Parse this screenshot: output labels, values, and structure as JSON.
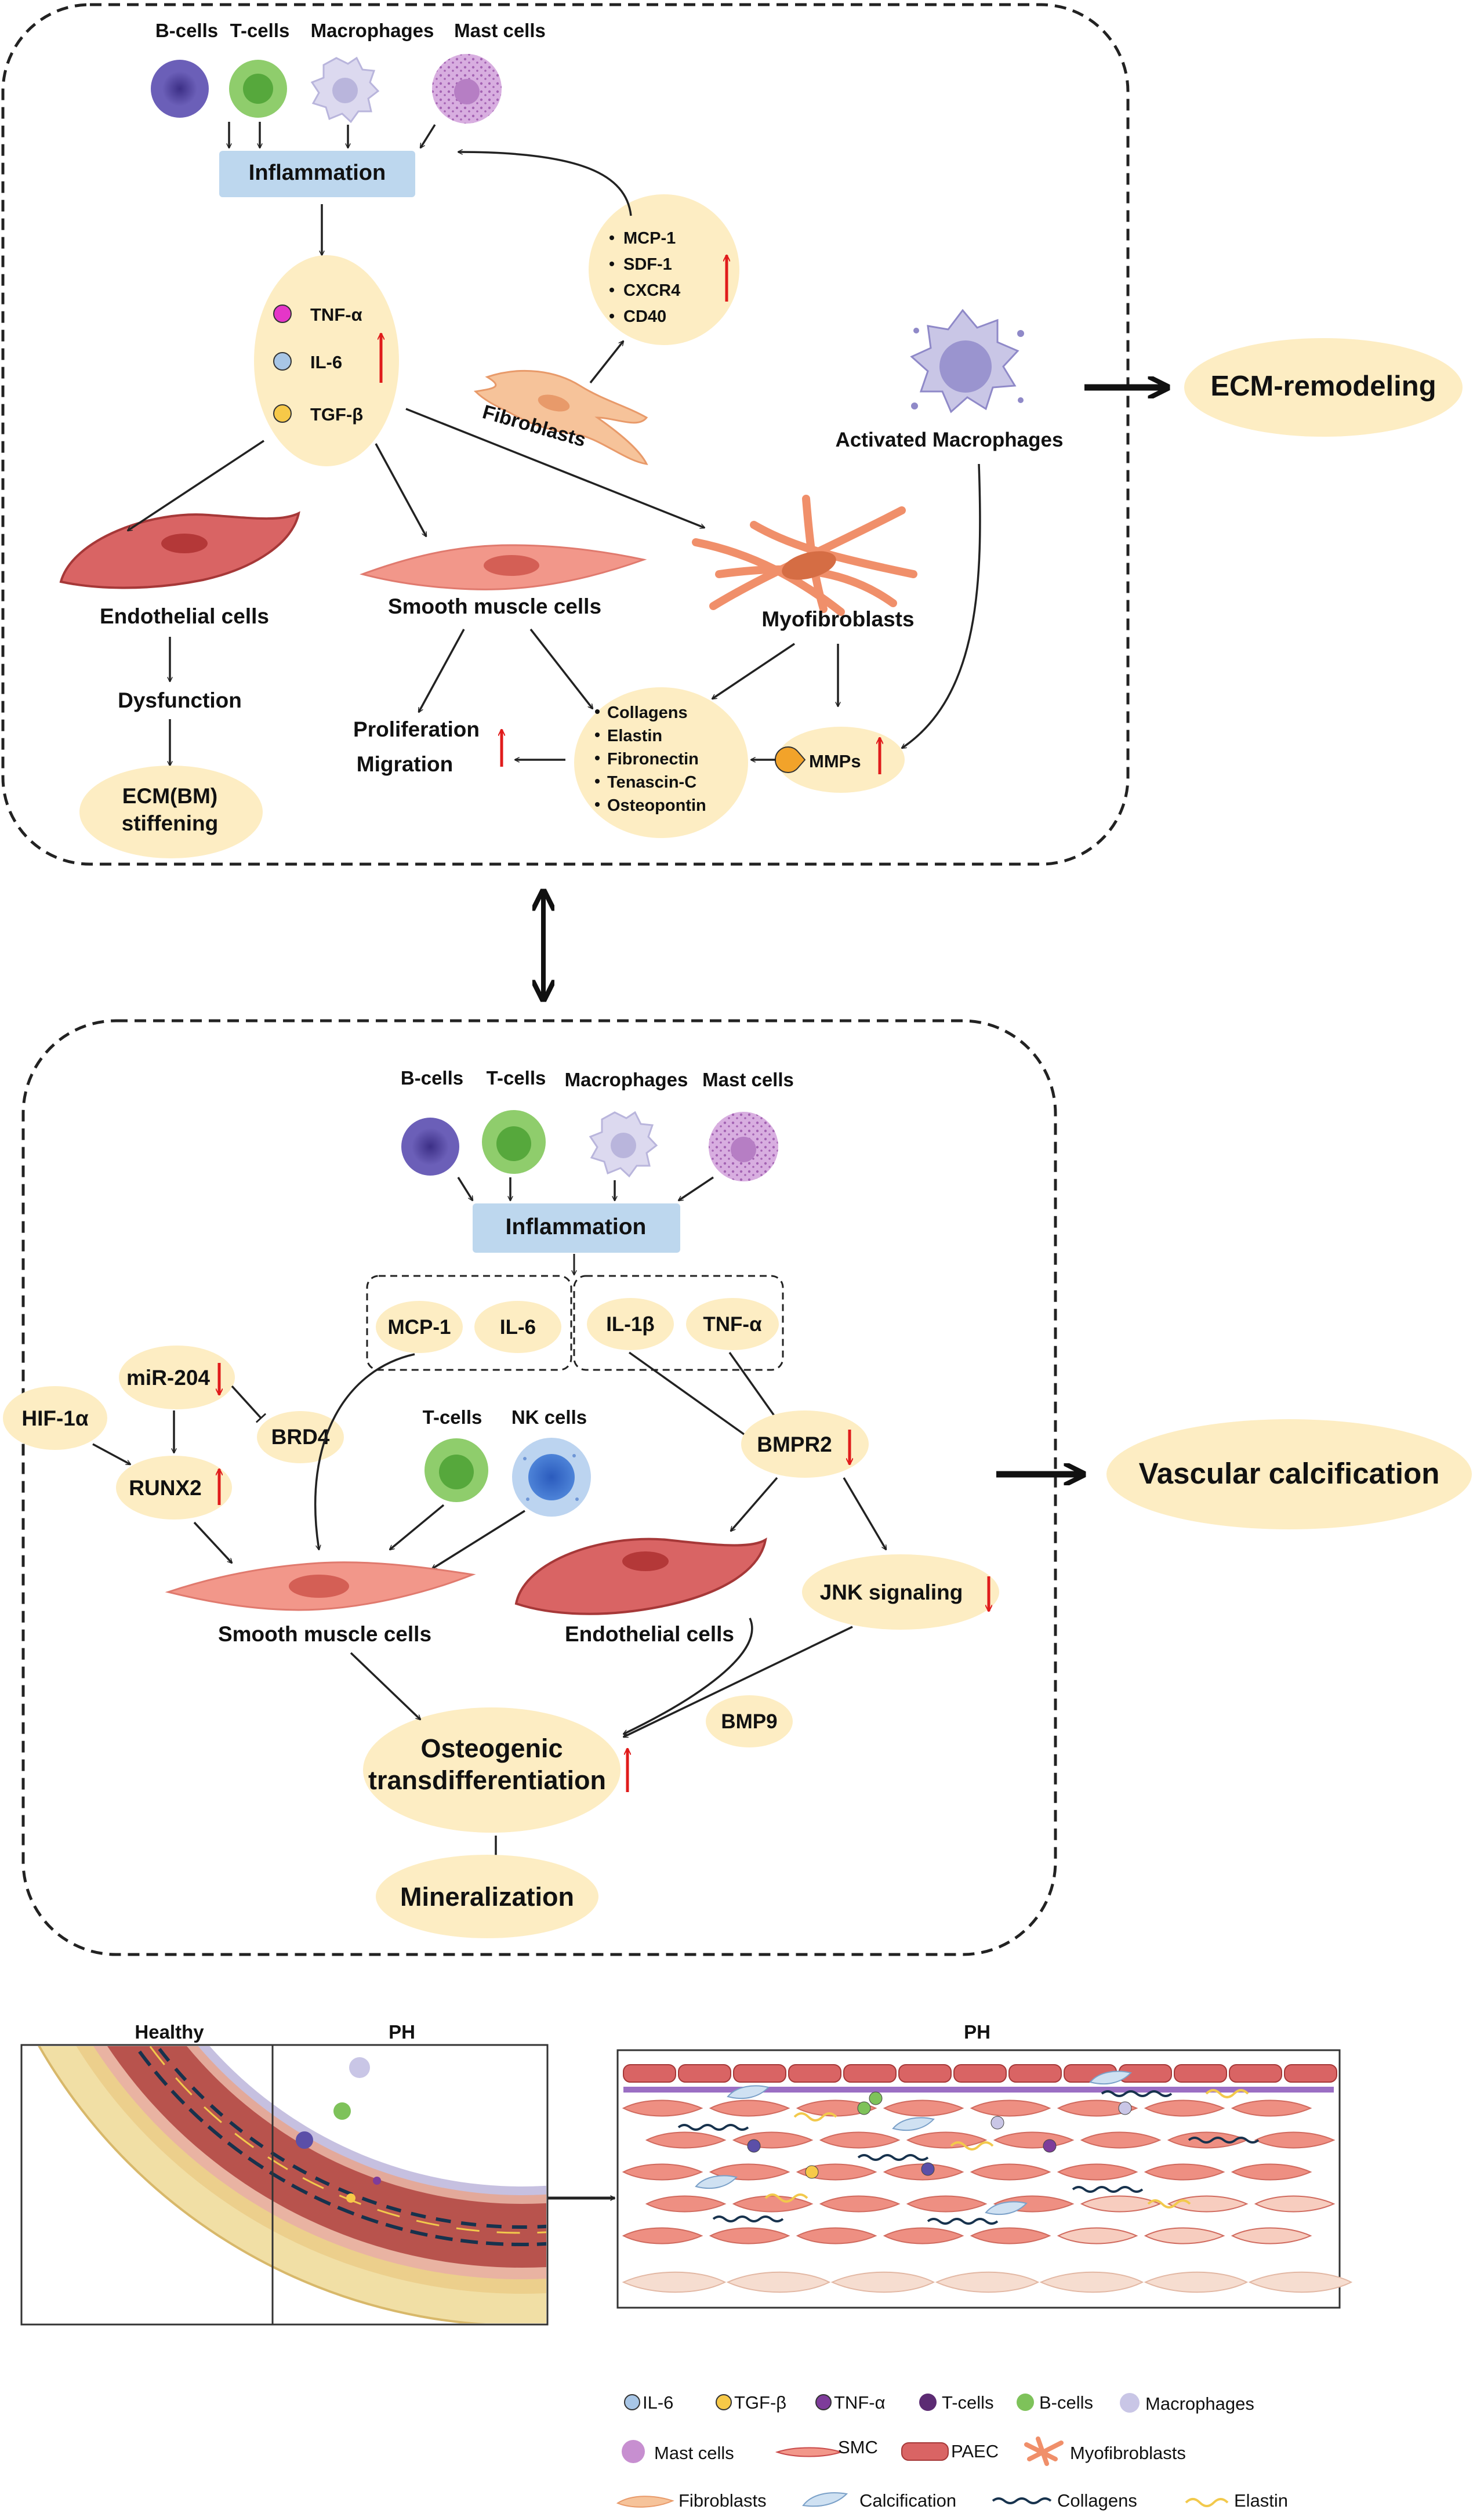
{
  "cells": {
    "b_cells": "B-cells",
    "t_cells": "T-cells",
    "macrophages": "Macrophages",
    "mast_cells": "Mast cells",
    "nk_cells": "NK cells"
  },
  "ecm_panel": {
    "inflammation": "Inflammation",
    "cytokines": [
      "TNF-α",
      "IL-6",
      "TGF-β"
    ],
    "chemokines": [
      "MCP-1",
      "SDF-1",
      "CXCR4",
      "CD40"
    ],
    "fibroblasts": "Fibroblasts",
    "activated_macrophages": "Activated Macrophages",
    "endothelial_cells": "Endothelial cells",
    "smooth_muscle_cells": "Smooth muscle cells",
    "myofibroblasts": "Myofibroblasts",
    "dysfunction": "Dysfunction",
    "ecm_bm_1": "ECM(BM)",
    "ecm_bm_2": "stiffening",
    "proliferation": "Proliferation",
    "migration": "Migration",
    "ecm_components": [
      "Collagens",
      "Elastin",
      "Fibronectin",
      "Tenascin-C",
      "Osteopontin"
    ],
    "mmps": "MMPs",
    "outcome": "ECM-remodeling"
  },
  "calc_panel": {
    "inflammation": "Inflammation",
    "mcp1": "MCP-1",
    "il6": "IL-6",
    "il1b": "IL-1β",
    "tnfa": "TNF-α",
    "hif1a": "HIF-1α",
    "mir204": "miR-204",
    "brd4": "BRD4",
    "runx2": "RUNX2",
    "bmpr2": "BMPR2",
    "jnk": "JNK signaling",
    "bmp9": "BMP9",
    "smooth_muscle_cells": "Smooth muscle cells",
    "endothelial_cells": "Endothelial cells",
    "osteo_1": "Osteogenic",
    "osteo_2": "transdifferentiation",
    "mineralization": "Mineralization",
    "outcome": "Vascular calcification"
  },
  "vessel": {
    "healthy": "Healthy",
    "ph": "PH",
    "ph_detail": "PH"
  },
  "legend": [
    "IL-6",
    "TGF-β",
    "TNF-α",
    "T-cells",
    "B-cells",
    "Macrophages",
    "Mast cells",
    "SMC",
    "PAEC",
    "Myofibroblasts",
    "Fibroblasts",
    "Calcification",
    "Collagens",
    "Elastin"
  ],
  "colors": {
    "node_fill": "#fdedc3",
    "inflammation_box": "#bdd7ee",
    "up_arrow": "#e01b1b",
    "b_cell": "#5b4fa8",
    "t_cell": "#7ec25a",
    "macrophage": "#c9c6e6",
    "mast_cell": "#c78fd0",
    "nk_cell": "#3c6ec8",
    "smc": "#ee8f82",
    "paec": "#c94b4b"
  }
}
